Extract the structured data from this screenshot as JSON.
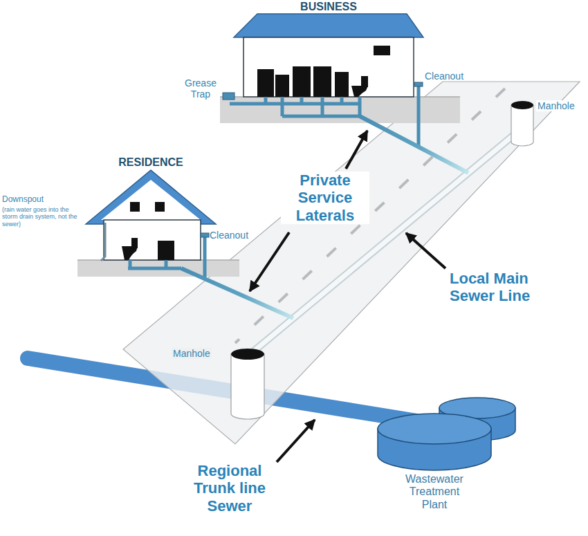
{
  "diagram": {
    "labels": [
      "BUSINESS",
      "Grease Trap",
      "Cleanout",
      "Manhole",
      "RESIDENCE",
      "Downspout",
      "(rain water goes into the storm drain system, not the sewer)",
      "Cleanout",
      "Private Service Laterals",
      "Local Main Sewer Line",
      "Manhole",
      "Regional Trunk line Sewer",
      "Wastewater Treatment Plant"
    ]
  }
}
